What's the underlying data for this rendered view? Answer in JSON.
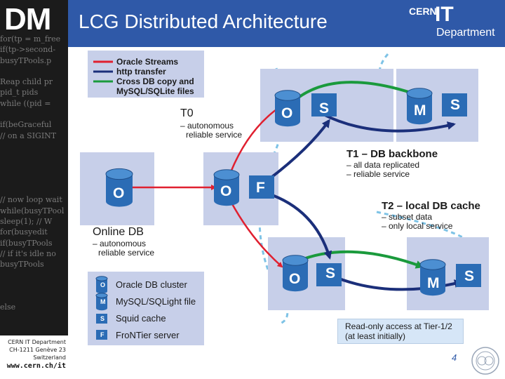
{
  "header": {
    "logo": "DM",
    "title": "LCG Distributed Architecture",
    "brand_cern": "CERN",
    "brand_it": "IT",
    "brand_department": "Department"
  },
  "sidebar": {
    "code_lines": [
      "for(tp = m_free",
      "if(tp->second-",
      "busyTPools.p",
      "",
      "Reap child pr",
      "pid_t pids",
      "while ((pid =",
      "",
      "if(beGraceful",
      "// on a SIGINT",
      "",
      "",
      "",
      "",
      "",
      "// now loop wait",
      "while(busyTPool",
      "sleep(1); // W",
      "for(busyedit",
      "if(busyTPools",
      "// if it's idle no",
      "busyTPools",
      "",
      "",
      "",
      "else",
      "",
      ""
    ]
  },
  "legend_top": {
    "items": [
      {
        "label": "Oracle Streams",
        "color": "#e02030"
      },
      {
        "label": "http transfer",
        "color": "#1b2f7a"
      },
      {
        "label": "Cross DB copy and",
        "color": "#1a9a3c"
      },
      {
        "label": "MySQL/SQLite files",
        "color": ""
      }
    ]
  },
  "tiers": {
    "t0": {
      "title": "T0",
      "lines": [
        "– autonomous",
        "reliable service"
      ]
    },
    "t1": {
      "title": "T1 – DB backbone",
      "lines": [
        "– all data replicated",
        "– reliable service"
      ]
    },
    "t2": {
      "title": "T2 – local DB cache",
      "lines": [
        "– subset data",
        "– only local service"
      ]
    },
    "online": {
      "title": "Online DB",
      "lines": [
        "– autonomous",
        "reliable service"
      ]
    }
  },
  "node_letters": {
    "oracle": "O",
    "mysql": "M",
    "squid": "S",
    "frontier": "F"
  },
  "legend_bottom": {
    "items": [
      {
        "icon": "O",
        "label": "Oracle DB cluster"
      },
      {
        "icon": "M",
        "label": "MySQL/SQLight file"
      },
      {
        "icon": "S",
        "label": "Squid cache"
      },
      {
        "icon": "F",
        "label": "FroNTier server"
      }
    ]
  },
  "readonly_note": {
    "line1": "Read-only access at Tier-1/2",
    "line2": "(at least initially)"
  },
  "footer": {
    "line1": "CERN IT Department",
    "line2": "CH-1211 Genève 23",
    "line3": "Switzerland",
    "url": "www.cern.ch/it",
    "page_number": "4"
  },
  "colors": {
    "header_blue": "#2f59a8",
    "box_fill": "#c7cfe9",
    "cylinder_blue": "#2b6cb5",
    "oracle_stream_red": "#e02030",
    "http_navy": "#1b2f7a",
    "crossdb_green": "#1a9a3c",
    "dashed_light_blue": "#7ec3e6"
  }
}
